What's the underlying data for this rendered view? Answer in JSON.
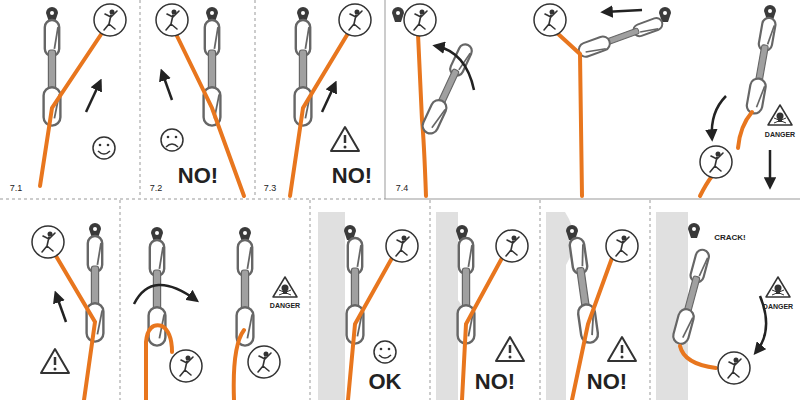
{
  "diagram": {
    "labels": [
      "7.1",
      "7.2",
      "NO!",
      "7.3",
      "NO!",
      "7.4",
      "DANGER",
      "DANGER",
      "OK",
      "NO!",
      "NO!",
      "CRACK!",
      "DANGER"
    ]
  }
}
